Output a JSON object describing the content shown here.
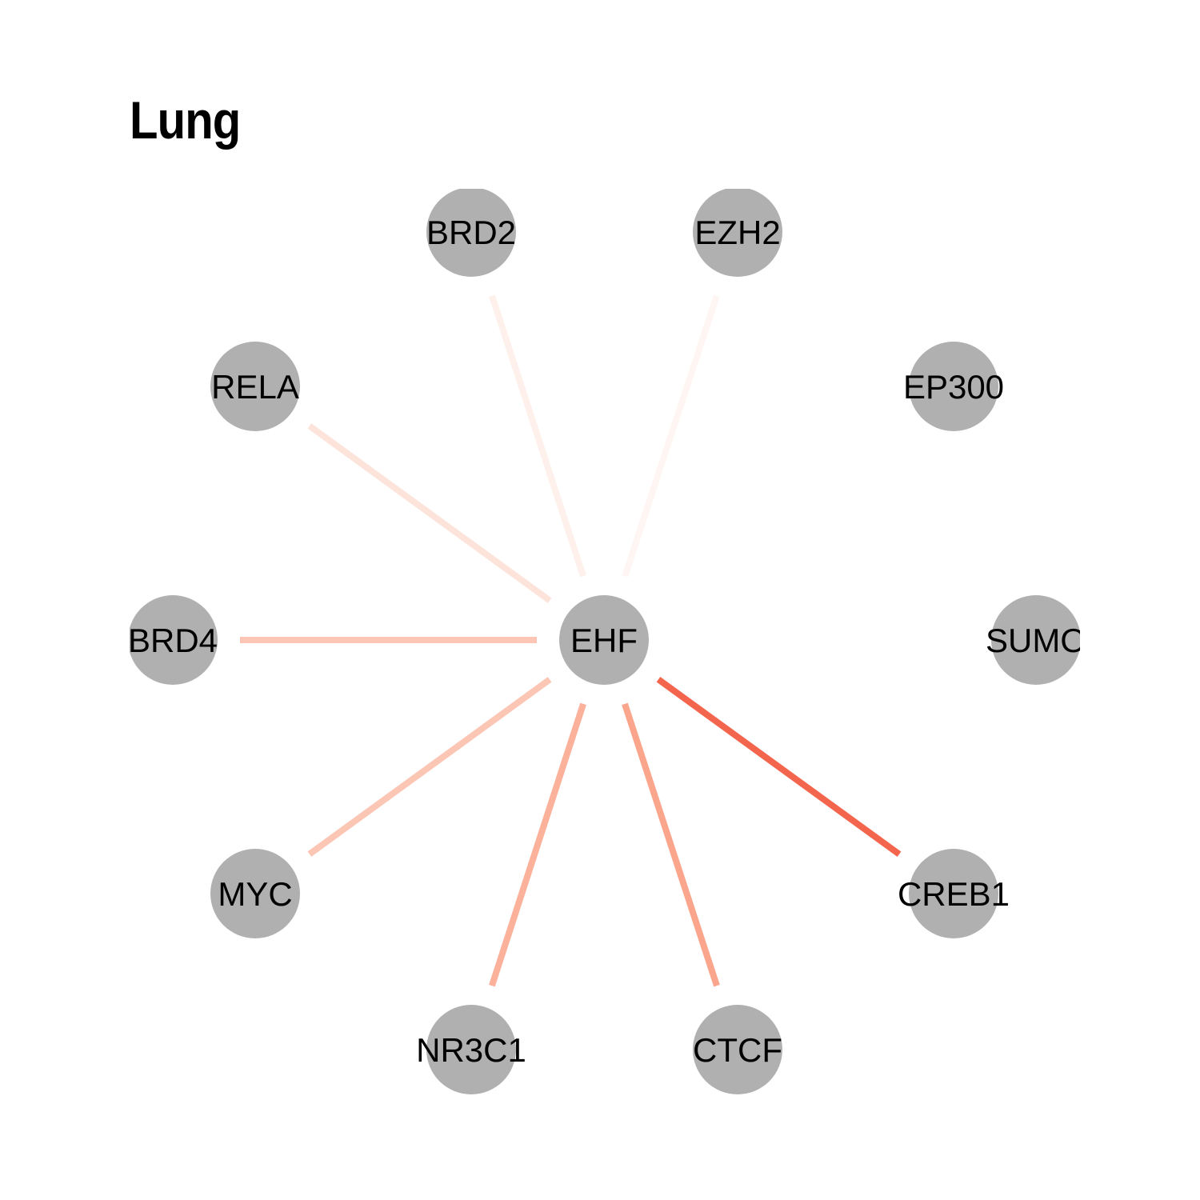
{
  "title": "Lung",
  "hub": "EHF",
  "node_color": "#b0b0b0",
  "nodes": [
    "BRD2",
    "EZH2",
    "RELA",
    "EP300",
    "BRD4",
    "EHF",
    "SUMO",
    "MYC",
    "CREB1",
    "NR3C1",
    "CTCF"
  ],
  "edges": [
    {
      "source": "EHF",
      "target": "BRD2",
      "color": "#fef0eb"
    },
    {
      "source": "EHF",
      "target": "EZH2",
      "color": "#fff6f4"
    },
    {
      "source": "EHF",
      "target": "RELA",
      "color": "#fde4db"
    },
    {
      "source": "EHF",
      "target": "BRD4",
      "color": "#fcc5b4"
    },
    {
      "source": "EHF",
      "target": "MYC",
      "color": "#fcc6b5"
    },
    {
      "source": "EHF",
      "target": "NR3C1",
      "color": "#fcb19b"
    },
    {
      "source": "EHF",
      "target": "CTCF",
      "color": "#fba58c"
    },
    {
      "source": "EHF",
      "target": "CREB1",
      "color": "#f4654d"
    }
  ]
}
